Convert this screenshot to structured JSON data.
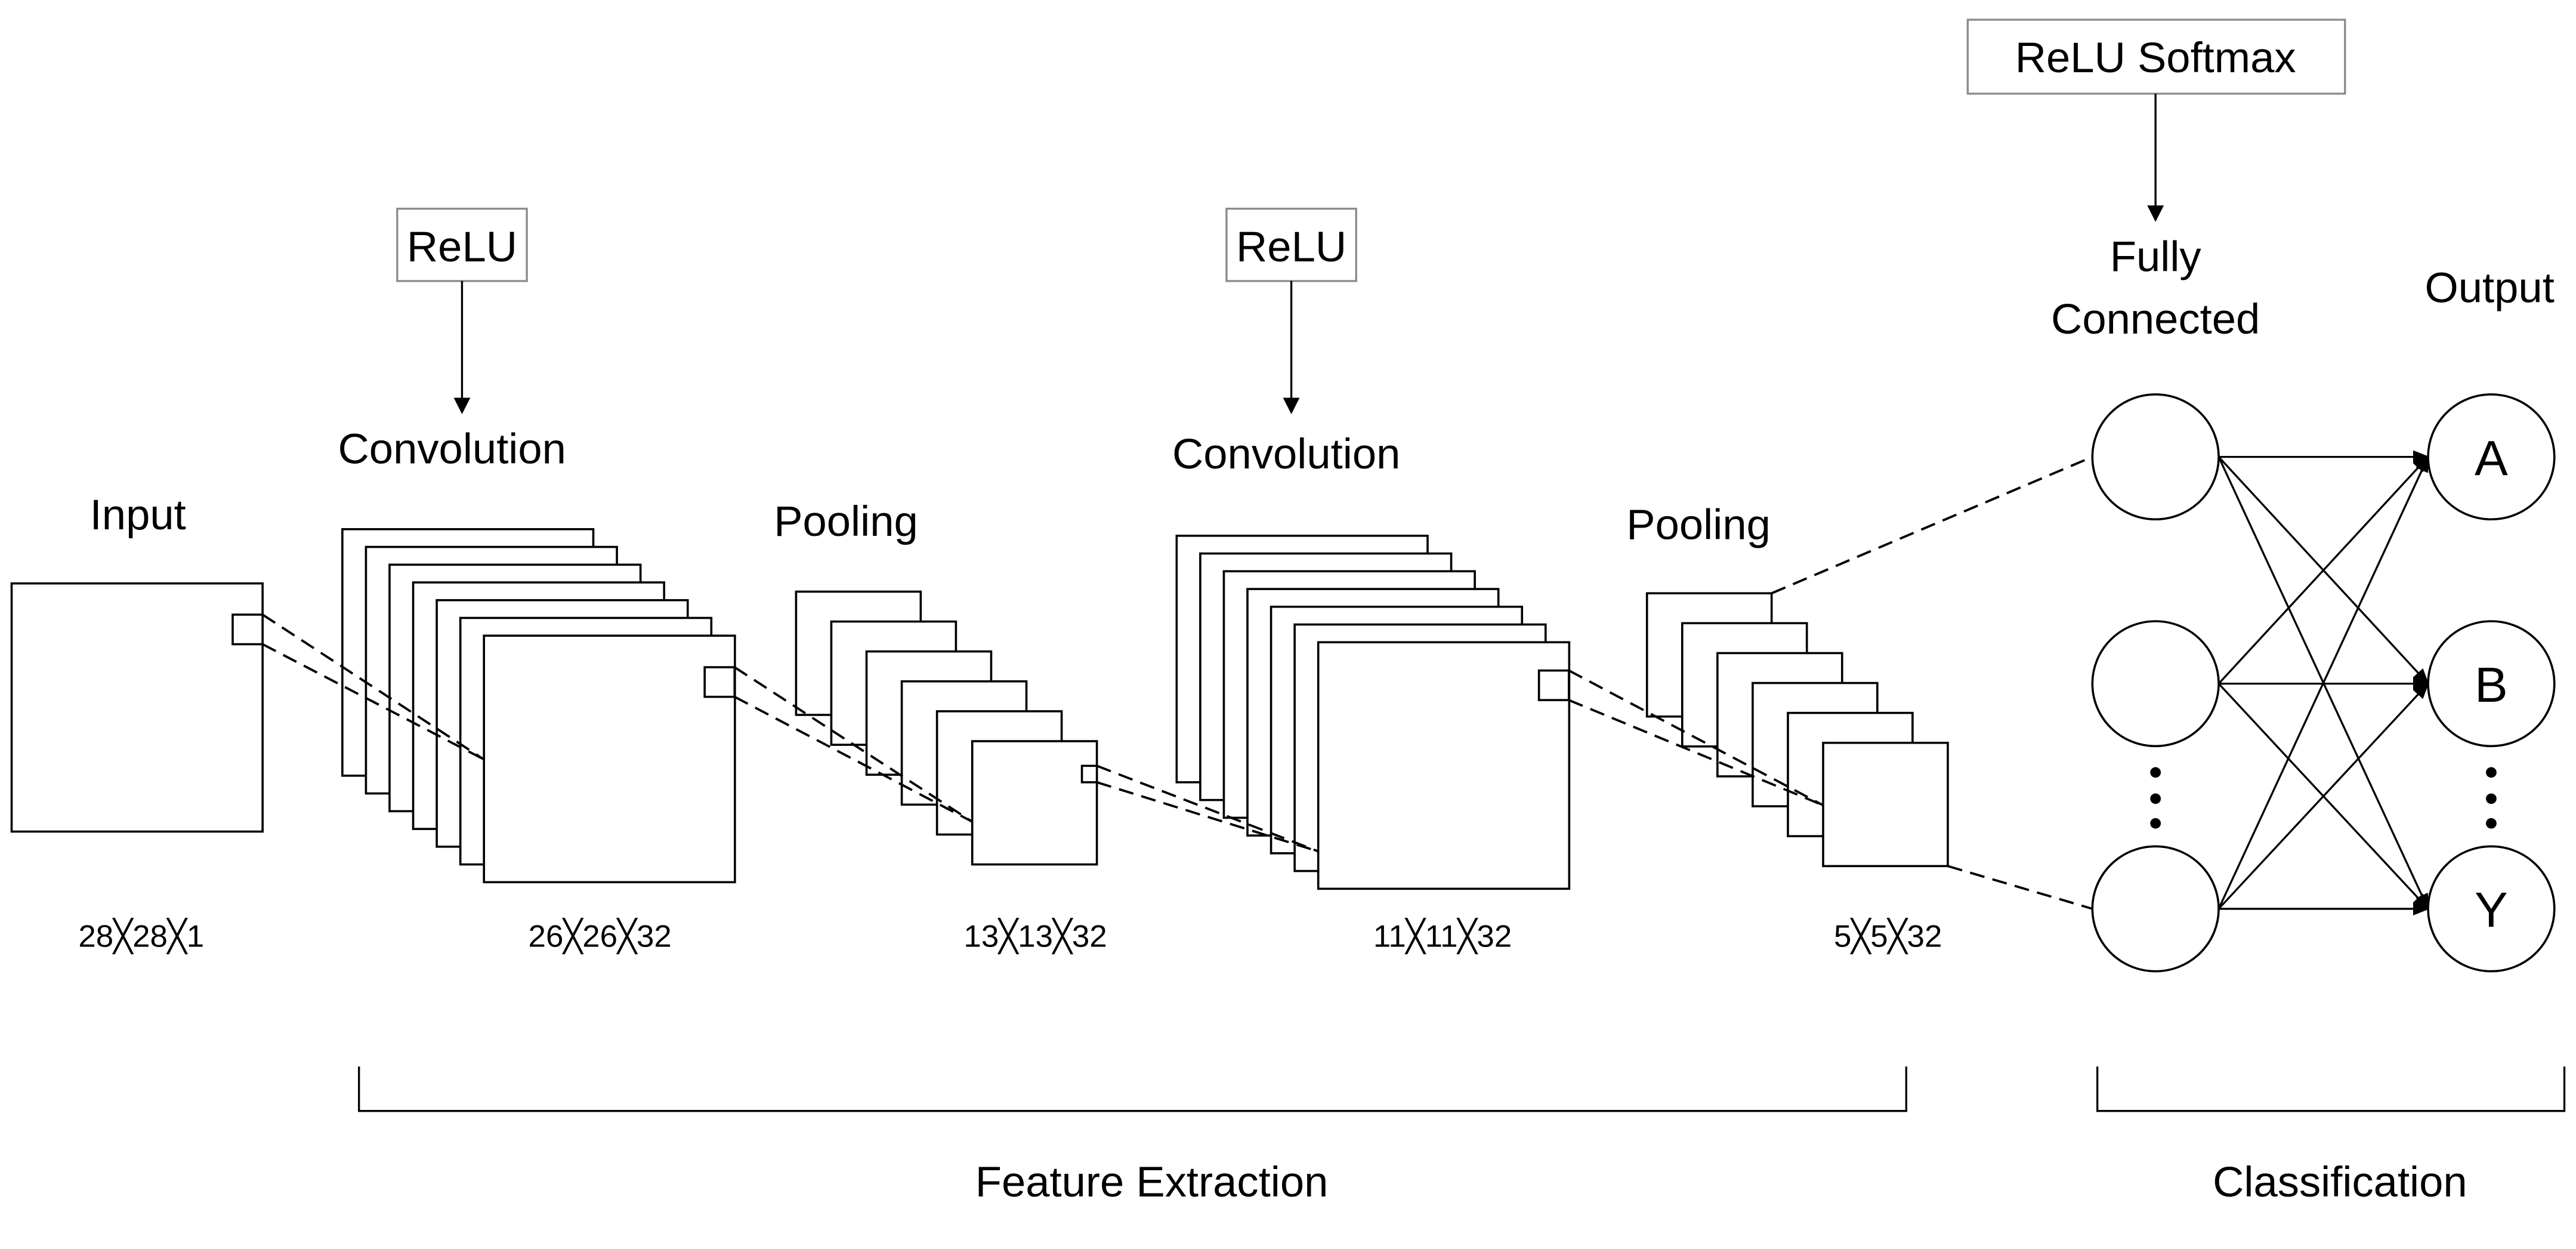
{
  "title": "CNN architecture diagram",
  "activations": {
    "conv1": "ReLU",
    "conv2": "ReLU",
    "fc": "ReLU Softmax"
  },
  "stages": [
    {
      "id": "input",
      "label": "Input",
      "dims": "28╳28╳1",
      "sheets": 1
    },
    {
      "id": "conv1",
      "label": "Convolution",
      "dims": "26╳26╳32",
      "sheets": 7
    },
    {
      "id": "pool1",
      "label": "Pooling",
      "dims": "13╳13╳32",
      "sheets": 6
    },
    {
      "id": "conv2",
      "label": "Convolution",
      "dims": "11╳11╳32",
      "sheets": 7
    },
    {
      "id": "pool2",
      "label": "Pooling",
      "dims": "5╳5╳32",
      "sheets": 6
    }
  ],
  "fully_connected": {
    "label_line1": "Fully",
    "label_line2": "Connected",
    "nodes": 3,
    "ellipsis": "⋮"
  },
  "output": {
    "label": "Output",
    "nodes": [
      "A",
      "B",
      "Y"
    ],
    "ellipsis": "⋮"
  },
  "groups": {
    "feature_extraction": "Feature Extraction",
    "classification": "Classification"
  }
}
